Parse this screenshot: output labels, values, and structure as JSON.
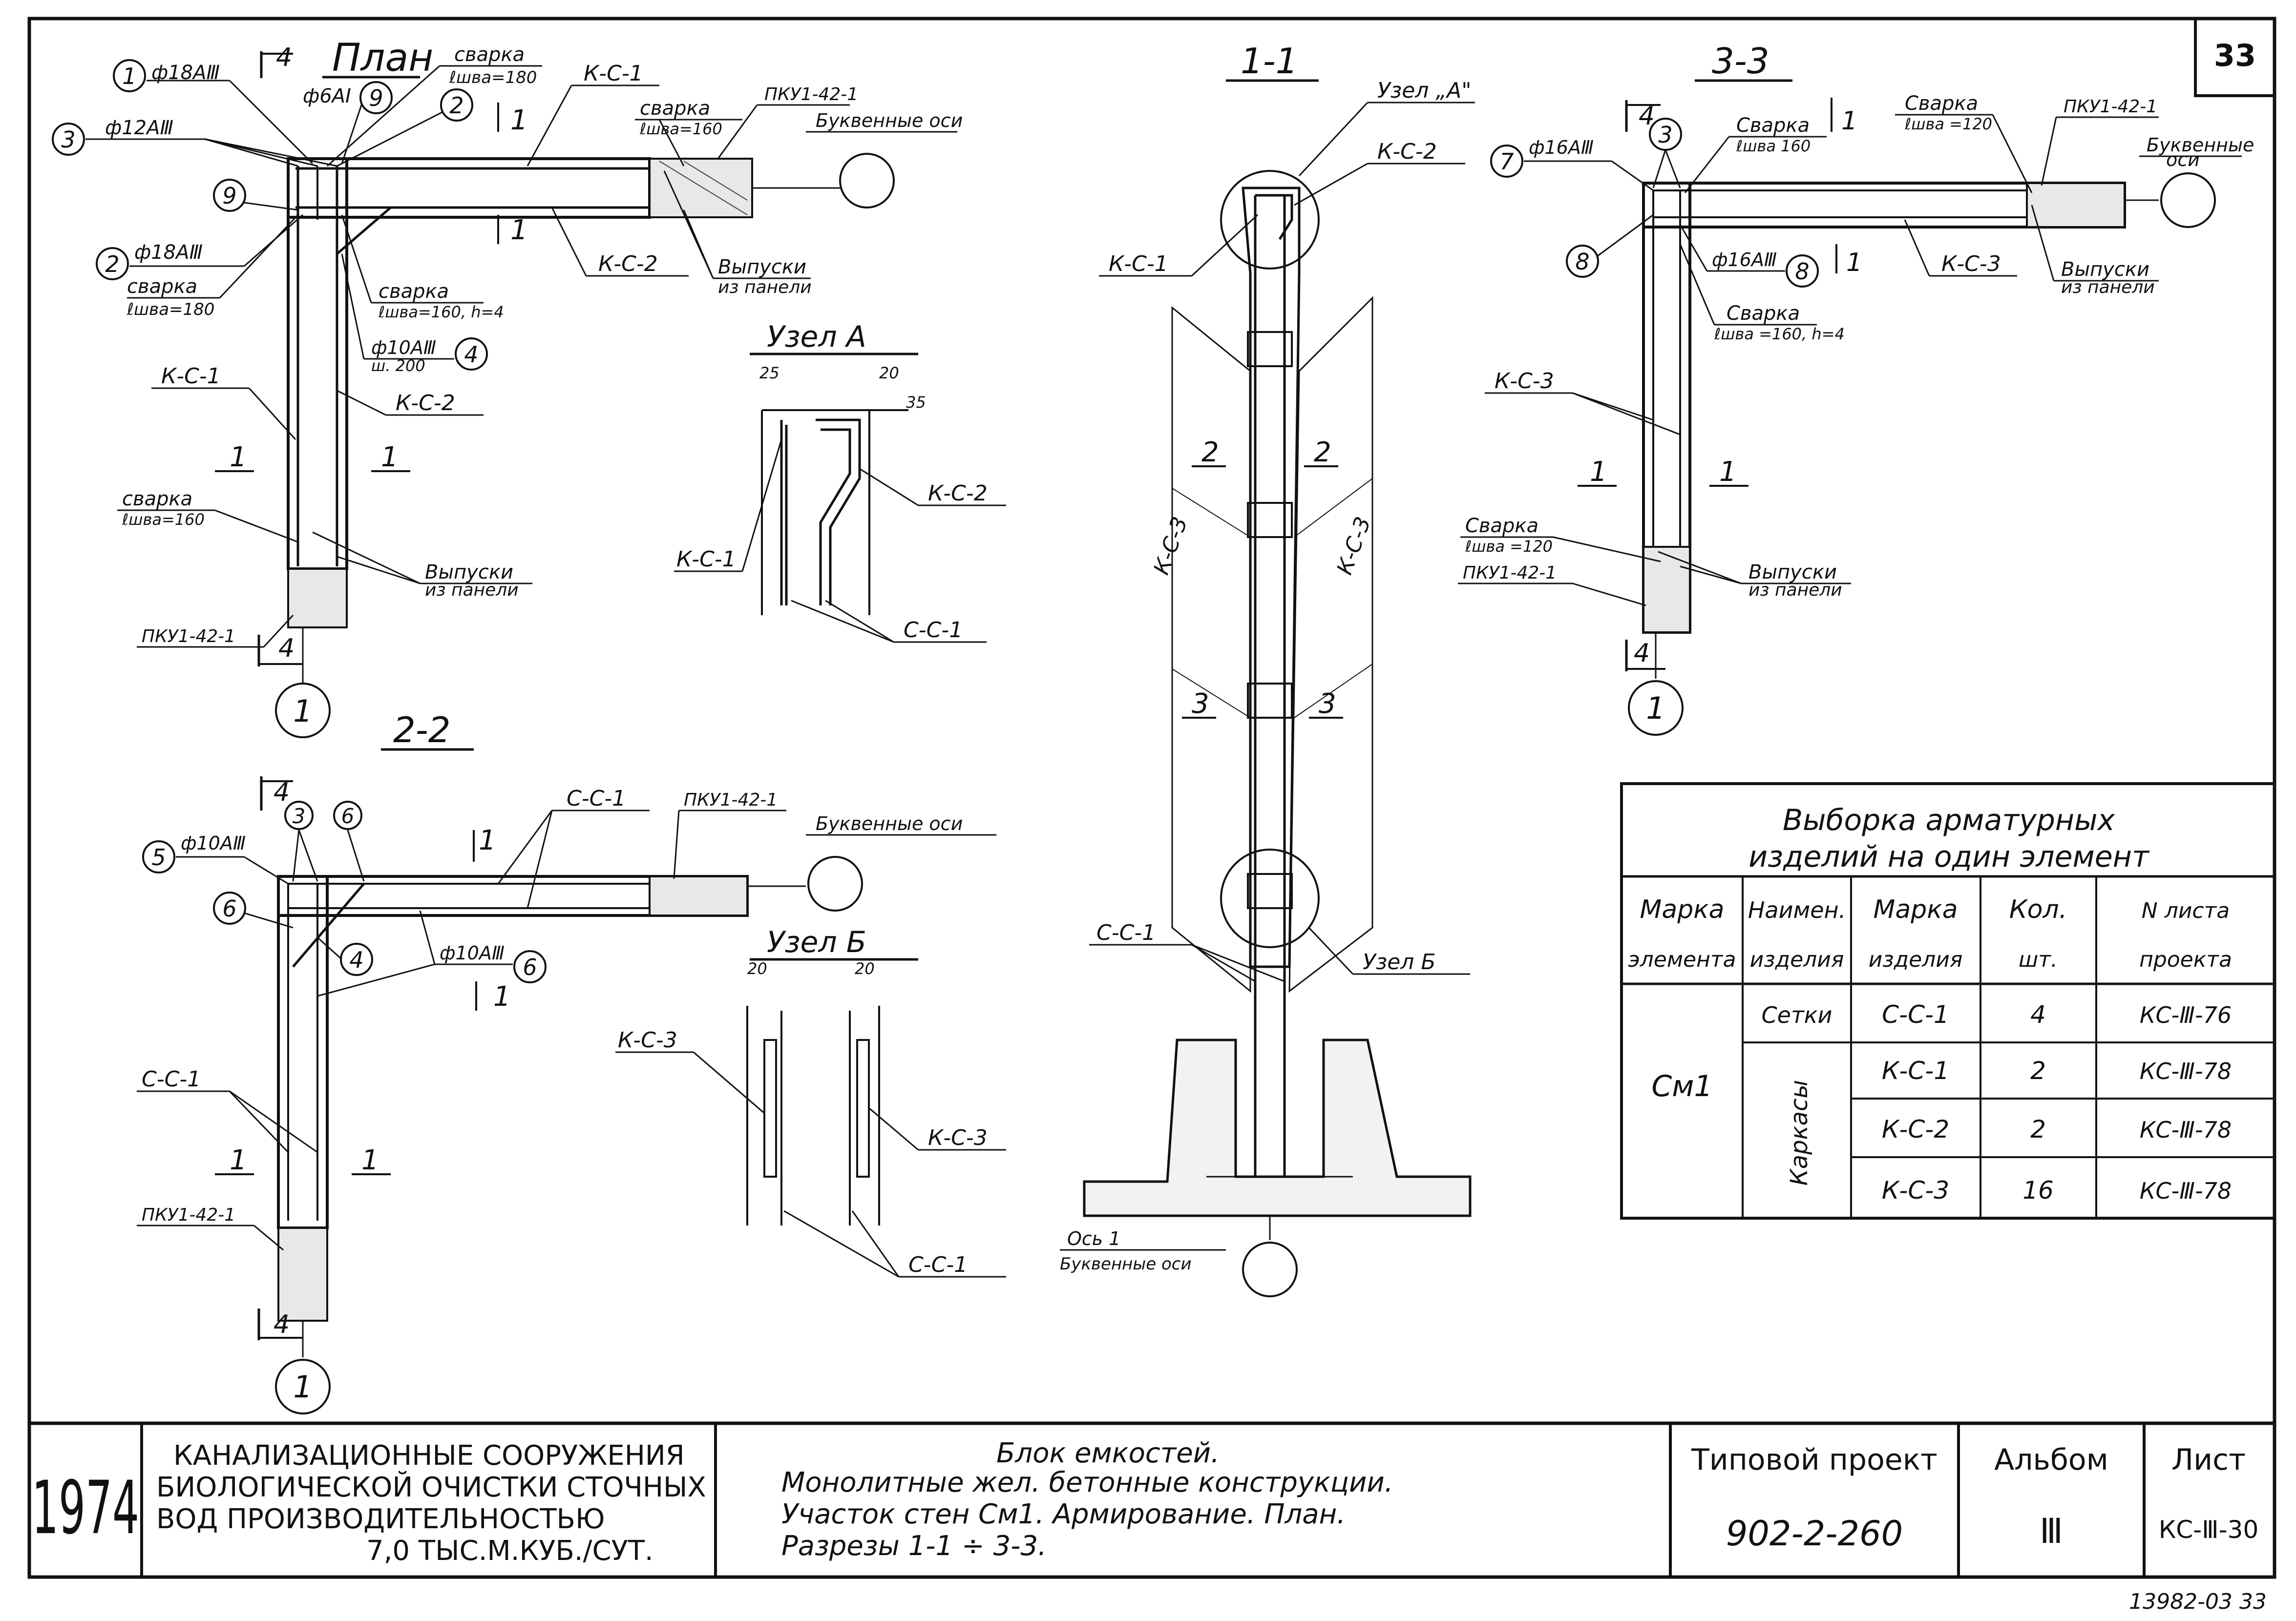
{
  "sheet_number": "33",
  "plan": {
    "title": "План",
    "cut_marker": "4",
    "callouts": {
      "c1": "1",
      "c1_rebar": "ф18АⅢ",
      "c3": "3",
      "c3_rebar": "ф12АⅢ",
      "c9a": "9",
      "c9a_rebar": "ф6АI",
      "c9b": "9",
      "c2a": "2",
      "c2b": "2",
      "c2b_rebar": "ф18АⅢ",
      "c4": "4",
      "c4_rebar": "ф10АⅢ",
      "c4_step": "ш. 200"
    },
    "weld_top_label": "сварка",
    "weld_top_value": "ℓшва=180",
    "weld_right_label": "сварка",
    "weld_right_value": "ℓшва=160",
    "weld_left_label": "сварка",
    "weld_left_value": "ℓшва=180",
    "weld_mid_label": "сварка",
    "weld_mid_value": "ℓшва=160, h=4",
    "weld_bottom_label": "сварка",
    "weld_bottom_value": "ℓшва=160",
    "ks1_top": "К-С-1",
    "ks2_top": "К-С-2",
    "ks1_left": "К-С-1",
    "ks2_left": "К-С-2",
    "panel_top": "ПКУ1-42-1",
    "panel_bottom": "ПКУ1-42-1",
    "letter_axes": "Буквенные оси",
    "outlets_top": "Выпуски",
    "outlets_top_2": "из панели",
    "outlets_bottom": "Выпуски",
    "outlets_bottom_2": "из панели",
    "axis_label": "1",
    "section_marks": [
      "1",
      "1",
      "1",
      "1"
    ],
    "cut_bottom": "4"
  },
  "section11": {
    "title": "1-1",
    "node_a": "Узел „А\"",
    "node_b": "Узел Б",
    "ks1": "К-С-1",
    "ks2": "К-С-2",
    "ks3_left": "К-С-3",
    "ks3_right": "К-С-3",
    "ss1": "С-С-1",
    "marks": [
      "2",
      "2",
      "3",
      "3"
    ],
    "axis_line1": "Ось 1",
    "axis_line2": "Буквенные оси"
  },
  "section33": {
    "title": "3-3",
    "c7": "7",
    "c7_rebar": "ф16АⅢ",
    "c3": "3",
    "c8a": "8",
    "c8b": "8",
    "c8b_rebar": "ф16АⅢ",
    "weld1_label": "Сварка",
    "weld1_value": "ℓшва 160",
    "weld2_label": "Сварка",
    "weld2_value": "ℓшва =120",
    "weld3_label": "Сварка",
    "weld3_value": "ℓшва =160, h=4",
    "weld4_label": "Сварка",
    "weld4_value": "ℓшва =120",
    "panel_top": "ПКУ1-42-1",
    "panel_bottom": "ПКУ1-42-1",
    "letter_axes_1": "Буквенные",
    "letter_axes_2": "оси",
    "ks3_top": "К-С-3",
    "ks3_left": "К-С-3",
    "outlets_top": "Выпуски",
    "outlets_top_2": "из панели",
    "outlets_bottom": "Выпуски",
    "outlets_bottom_2": "из панели",
    "axis_label": "1",
    "marks": [
      "1",
      "1",
      "1"
    ],
    "cut_marker": "4"
  },
  "section22": {
    "title": "2-2",
    "c5": "5",
    "c5_rebar": "ф10АⅢ",
    "c3": "3",
    "c6a": "6",
    "c6b": "6",
    "c4": "4",
    "c6c": "6",
    "c6c_rebar": "ф10АⅢ",
    "ss1_top": "С-С-1",
    "ss1_left": "С-С-1",
    "panel_top": "ПКУ1-42-1",
    "panel_bottom": "ПКУ1-42-1",
    "letter_axes": "Буквенные оси",
    "marks": [
      "1",
      "1",
      "1",
      "1"
    ],
    "axis_label": "1",
    "cut_marker": "4"
  },
  "node_a": {
    "title": "Узел А",
    "dim1": "25",
    "dim2": "20",
    "dim3": "35",
    "ks1": "К-С-1",
    "ks2": "К-С-2",
    "ss1": "С-С-1"
  },
  "node_b": {
    "title": "Узел Б",
    "dim1": "20",
    "dim2": "20",
    "ks3_left": "К-С-3",
    "ks3_right": "К-С-3",
    "ss1": "С-С-1"
  },
  "table": {
    "title_line1": "Выборка арматурных",
    "title_line2": "изделий на один элемент",
    "headers": [
      [
        "Марка",
        "элемента"
      ],
      [
        "Наимен.",
        "изделия"
      ],
      [
        "Марка",
        "изделия"
      ],
      [
        "Кол.",
        "шт."
      ],
      [
        "N листа",
        "проекта"
      ]
    ],
    "element": "См1",
    "group_nets": "Сетки",
    "group_frames": "Каркасы",
    "rows": [
      {
        "mark": "С-С-1",
        "qty": "4",
        "sheet": "КС-Ⅲ-76"
      },
      {
        "mark": "К-С-1",
        "qty": "2",
        "sheet": "КС-Ⅲ-78"
      },
      {
        "mark": "К-С-2",
        "qty": "2",
        "sheet": "КС-Ⅲ-78"
      },
      {
        "mark": "К-С-3",
        "qty": "16",
        "sheet": "КС-Ⅲ-78"
      }
    ]
  },
  "title_block": {
    "year": "1974",
    "org_line1": "КАНАЛИЗАЦИОННЫЕ СООРУЖЕНИЯ",
    "org_line2": "БИОЛОГИЧЕСКОЙ ОЧИСТКИ СТОЧНЫХ",
    "org_line3": "ВОД ПРОИЗВОДИТЕЛЬНОСТЬЮ",
    "org_line4": "7,0 ТЫС.М.КУБ./СУТ.",
    "desc_line1": "Блок емкостей.",
    "desc_line2": "Монолитные жел. бетонные конструкции.",
    "desc_line3": "Участок стен См1. Армирование. План.",
    "desc_line4": "Разрезы 1-1 ÷ 3-3.",
    "project_label": "Типовой проект",
    "project_number": "902-2-260",
    "album_label": "Альбом",
    "album_number": "Ⅲ",
    "sheet_label": "Лист",
    "sheet_code": "КС-Ⅲ-30"
  },
  "footer_code": "13982-03 33"
}
